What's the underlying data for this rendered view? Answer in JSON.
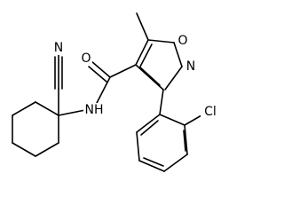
{
  "molecule": {
    "atoms": {
      "n_nitrile": "N",
      "o_carbonyl": "O",
      "n_amide": "NH",
      "o_ring": "O",
      "n_ring": "N",
      "chlorine": "Cl"
    }
  }
}
